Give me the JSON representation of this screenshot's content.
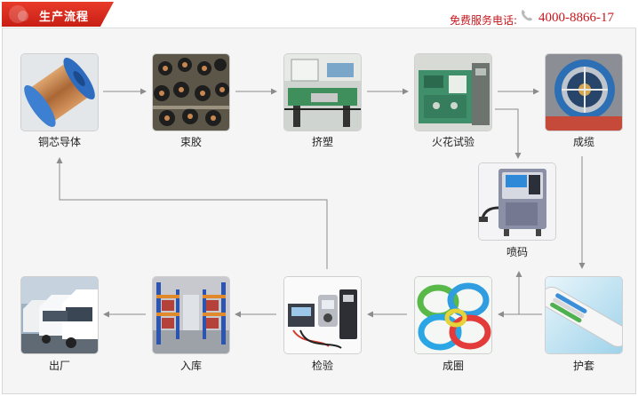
{
  "header": {
    "title": "生产流程",
    "hotline_label": "免费服务电话:",
    "hotline_number": "4000-8866-17"
  },
  "colors": {
    "accent": "#c8161d",
    "arrow": "#8c8c8c"
  },
  "steps": [
    {
      "id": "copper",
      "label": "铜芯导体",
      "icon": "copper-wire-spool"
    },
    {
      "id": "bundle",
      "label": "束胶",
      "icon": "bunching-machine"
    },
    {
      "id": "extrude",
      "label": "挤塑",
      "icon": "extrusion-line"
    },
    {
      "id": "spark",
      "label": "火花试验",
      "icon": "spark-tester"
    },
    {
      "id": "cable",
      "label": "成缆",
      "icon": "cabling-machine"
    },
    {
      "id": "print",
      "label": "喷码",
      "icon": "inkjet-printer"
    },
    {
      "id": "sheath",
      "label": "护套",
      "icon": "sheathed-cable"
    },
    {
      "id": "coil",
      "label": "成圈",
      "icon": "wire-coils"
    },
    {
      "id": "inspect",
      "label": "检验",
      "icon": "test-instrument"
    },
    {
      "id": "store",
      "label": "入库",
      "icon": "warehouse"
    },
    {
      "id": "ship",
      "label": "出厂",
      "icon": "delivery-trucks"
    }
  ]
}
